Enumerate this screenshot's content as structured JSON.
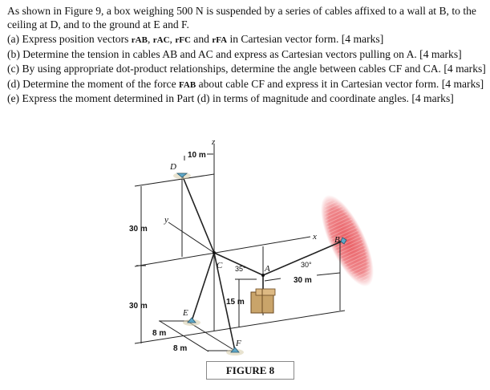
{
  "problem": {
    "intro_line1": "As shown in Figure 9, a box weighing 500 N is suspended by a series of cables affixed to a wall at B, to the",
    "intro_line2": "ceiling at D, and to the ground at E and F.",
    "parts": [
      {
        "pre": "(a) Express position vectors ",
        "v1": "rAB",
        "s1": ", ",
        "v2": "rAC",
        "s2": ", ",
        "v3": "rFC",
        "s3": " and ",
        "v4": "rFA",
        "post": " in Cartesian vector form. [4 marks]"
      },
      {
        "text": "(b) Determine the tension in cables AB and AC and express as Cartesian vectors pulling on A. [4 marks]"
      },
      {
        "text": "(c) By using appropriate dot-product relationships, determine the angle between cables CF and CA. [4 marks]"
      },
      {
        "pre": "(d) Determine the moment of the force ",
        "v1": "FAB",
        "post": " about cable CF and express it in Cartesian vector form. [4 marks]"
      },
      {
        "text": "(e) Express the moment determined in Part (d) in terms of magnitude and coordinate angles. [4 marks]"
      }
    ]
  },
  "figure": {
    "caption": "FIGURE 8",
    "labels": {
      "D": "D",
      "C": "C",
      "A": "A",
      "B": "B",
      "E": "E",
      "F": "F",
      "x": "x",
      "y": "y",
      "z": "z"
    },
    "dimensions": {
      "top": "10 m",
      "upper_height": "30 m",
      "lower_height": "30 m",
      "box_height": "15 m",
      "horizontal": "30 m",
      "ground1": "8 m",
      "ground2": "8 m"
    },
    "angles": {
      "CA": "35°",
      "AB": "30°"
    },
    "colors": {
      "wall": "#e8545a",
      "support": "#5fa8c8",
      "box": "#c9a46a"
    }
  }
}
